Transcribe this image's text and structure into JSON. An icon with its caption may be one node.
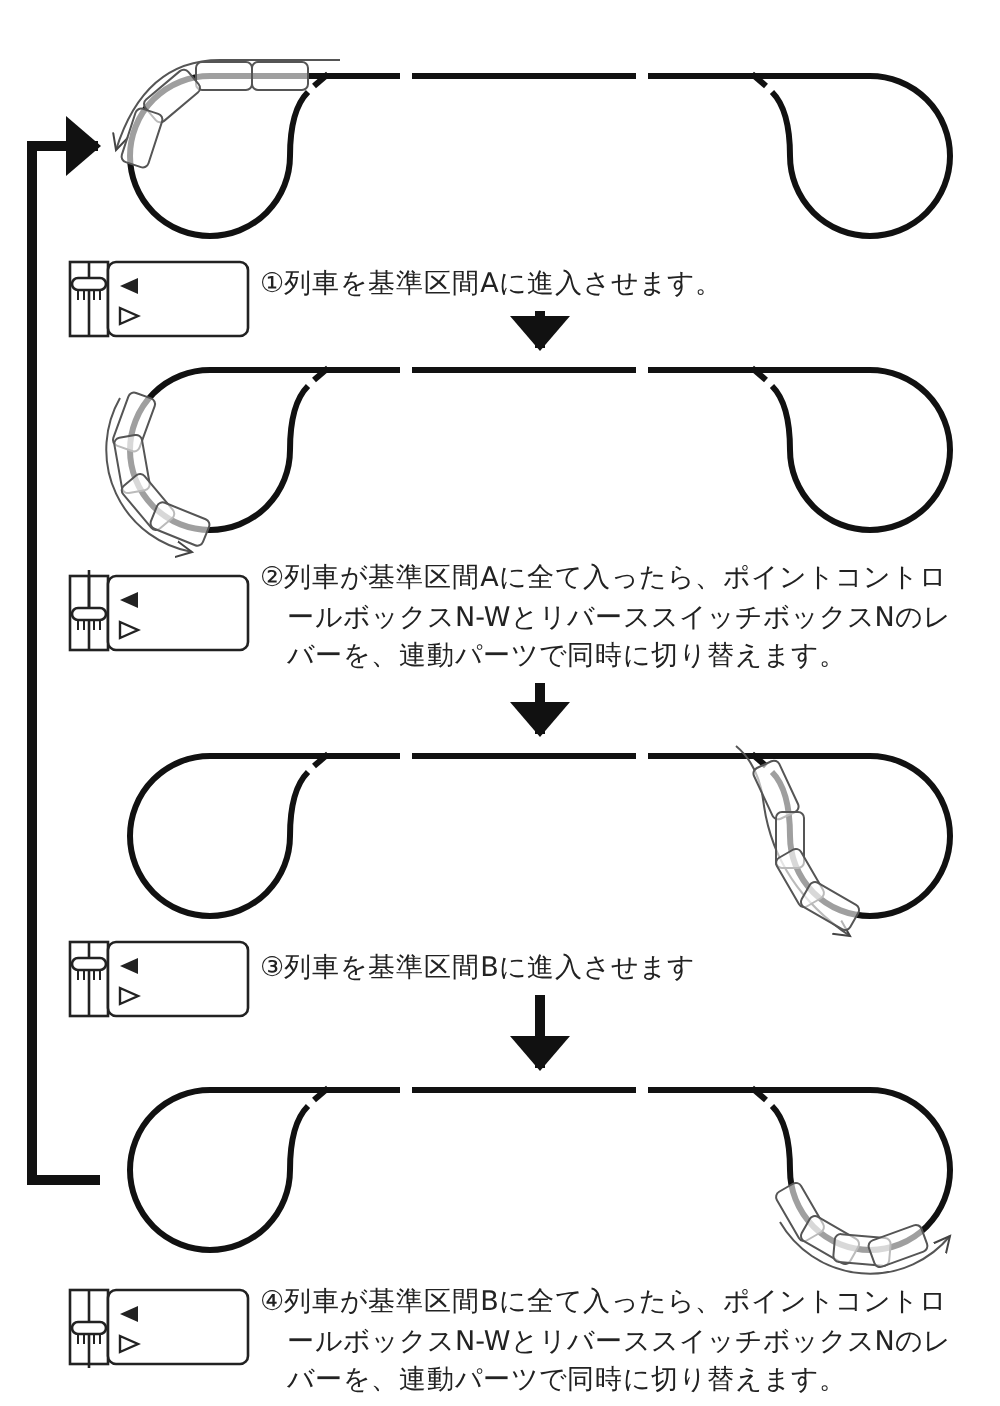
{
  "diagram": {
    "nodes": [
      {
        "text": [],
        "shape": "picture"
      },
      {
        "text": [
          "①列車を基準区間Aに進入させます。"
        ]
      },
      {
        "text": [],
        "shape": "picture"
      },
      {
        "text": [
          "②列車が基準区間Aに全て入ったら、ポイントコントロールボックスN-WとリバーススイッチボックスNのレバーを、連動パーツで同時に切り替えます。"
        ]
      },
      {
        "text": [],
        "shape": "picture"
      },
      {
        "text": [
          "③列車を基準区間Bに進入させます"
        ]
      },
      {
        "text": [],
        "shape": "picture"
      },
      {
        "text": [
          "④列車が基準区間Bに全て入ったら、ポイントコントロールボックスN-WとリバーススイッチボックスNのレバーを、連動パーツで同時に切り替えます。"
        ]
      }
    ],
    "edges": [
      {
        "from": 1,
        "to": 2,
        "arrow": "to"
      },
      {
        "from": 3,
        "to": 4,
        "arrow": "to"
      },
      {
        "from": 5,
        "to": 6,
        "arrow": "to"
      },
      {
        "from": 6,
        "to": 0,
        "arrow": "to"
      }
    ]
  }
}
